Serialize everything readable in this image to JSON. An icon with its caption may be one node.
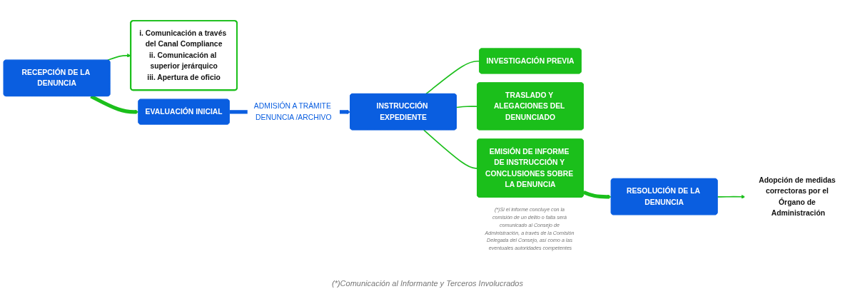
{
  "diagram": {
    "nodes": [
      {
        "text": [
          "RECEPCIÓN DE LA DENUNCIA"
        ]
      },
      {
        "text": [
          "i. Comunicación a través del Canal Compliance",
          "ii. Comunicación al superior jerárquico",
          "iii. Apertura de oficio"
        ]
      },
      {
        "text": [
          "EVALUACIÓN INICIAL"
        ]
      },
      {
        "text": [
          "INSTRUCCIÓN EXPEDIENTE"
        ]
      },
      {
        "text": [
          "INVESTIGACIÓN PREVIA"
        ]
      },
      {
        "text": [
          "TRASLADO Y ALEGACIONES DEL DENUNCIADO"
        ]
      },
      {
        "text": [
          "EMISIÓN DE INFORME DE INSTRUCCIÓN Y CONCLUSIONES SOBRE LA DENUNCIA"
        ],
        "beside": [
          "(*)Si el informe concluye con la comisión de un delito o falta será comunicado al Consejo de Administración, a través de la Comisión Delegada del Consejo, así como a las eventuales autoridades competentes"
        ]
      },
      {
        "text": [
          "RESOLUCIÓN DE LA DENUNCIA"
        ]
      },
      {
        "text": [
          "Adopción de medidas correctoras por el Órgano de Administración"
        ]
      }
    ],
    "edges": [
      {
        "from": 0,
        "to": 1,
        "arrow": "to"
      },
      {
        "from": 0,
        "to": 2,
        "arrow": "to",
        "style": "thick"
      },
      {
        "from": 2,
        "to": 3,
        "arrow": "to",
        "style": "thick",
        "color": "#0a5ee0",
        "label": "ADMISIÓN A TRÁMITE DENUNCIA /ARCHIVO"
      },
      {
        "from": 3,
        "to": 4,
        "arrow": "none"
      },
      {
        "from": 3,
        "to": 5,
        "arrow": "none"
      },
      {
        "from": 3,
        "to": 6,
        "arrow": "none"
      },
      {
        "from": 6,
        "to": 7,
        "arrow": "to",
        "style": "thick"
      },
      {
        "from": 7,
        "to": 8,
        "arrow": "to"
      }
    ],
    "labels": [
      "(*)Comunicación al Informante y Terceros Involucrados"
    ]
  }
}
